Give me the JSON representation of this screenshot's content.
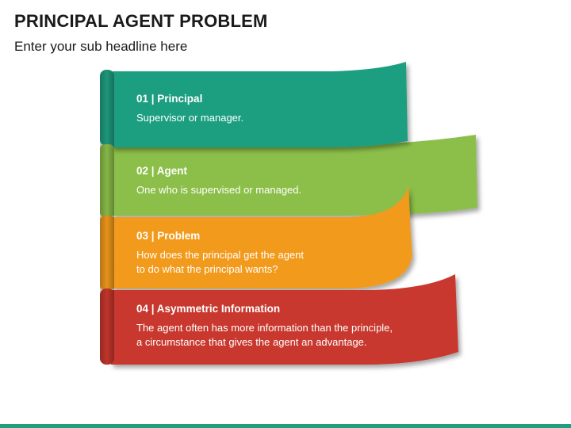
{
  "page": {
    "title": "PRINCIPAL AGENT PROBLEM",
    "subtitle": "Enter your sub headline here"
  },
  "items": [
    {
      "number": "01",
      "title": "Principal",
      "heading": "01 | Principal",
      "desc_lines": [
        "Supervisor or manager."
      ],
      "color": "#1f9e80"
    },
    {
      "number": "02",
      "title": "Agent",
      "heading": "02 | Agent",
      "desc_lines": [
        "One who is supervised or managed."
      ],
      "color": "#8cbf4a"
    },
    {
      "number": "03",
      "title": "Problem",
      "heading": "03 | Problem",
      "desc_lines": [
        "How does the principal get the agent",
        "to do what the principal wants?"
      ],
      "color": "#f29a1c"
    },
    {
      "number": "04",
      "title": "Asymmetric Information",
      "heading": "04 | Asymmetric Information",
      "desc_lines": [
        "The agent often has more information than the principle,",
        "a circumstance that gives the agent an advantage."
      ],
      "color": "#c8372d"
    }
  ],
  "theme": {
    "footer_color": "#1f9e80"
  }
}
